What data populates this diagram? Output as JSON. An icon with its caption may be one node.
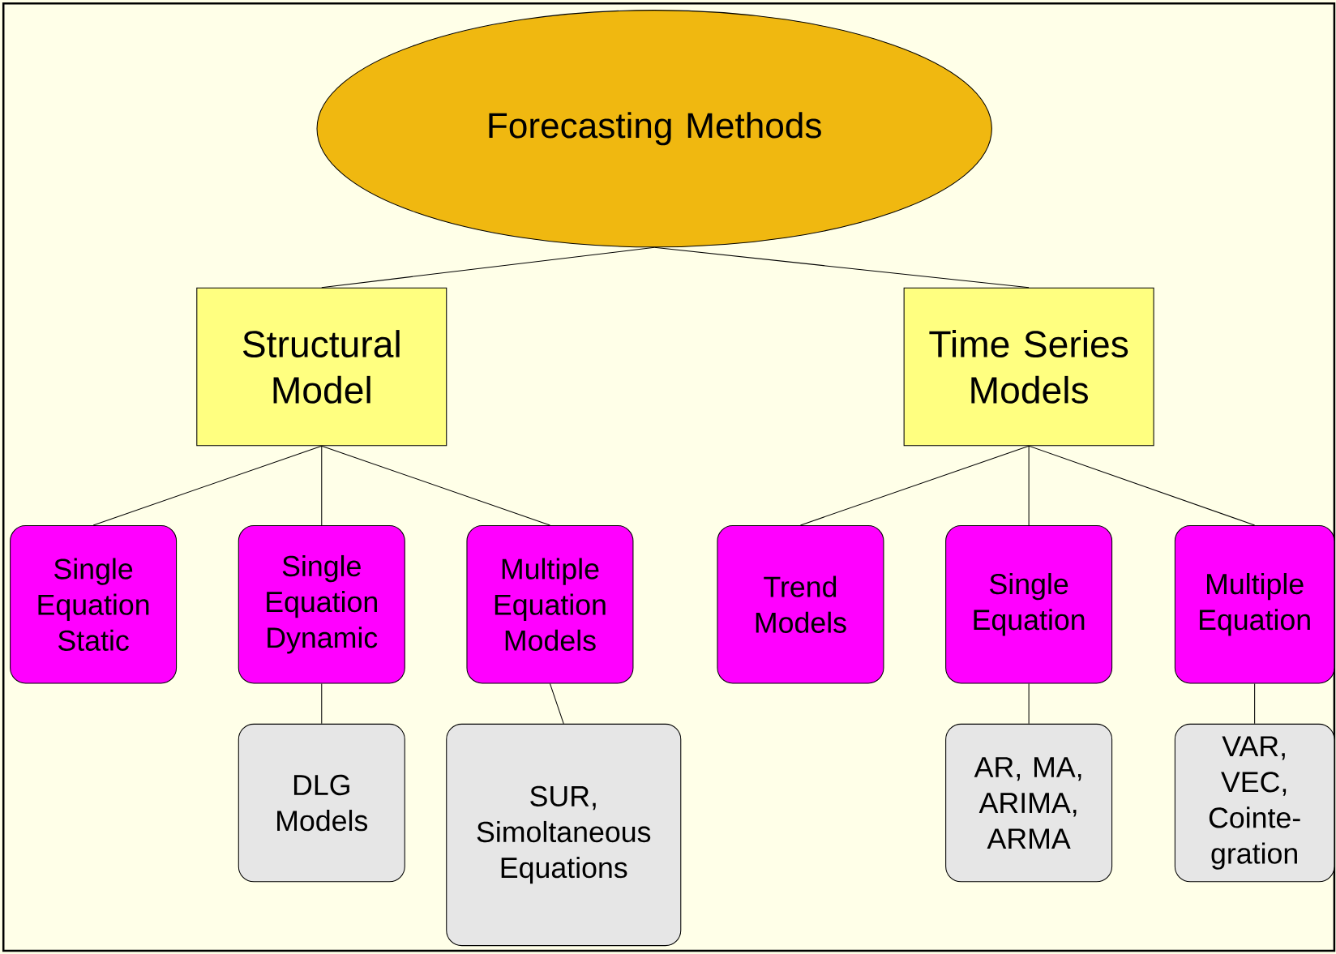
{
  "diagram": {
    "nodes": [
      {
        "text": [
          "Forecasting Methods"
        ]
      },
      {
        "text": [
          "Structural Model"
        ]
      },
      {
        "text": [
          "Time Series Models"
        ]
      },
      {
        "text": [
          "Single Equation Static"
        ]
      },
      {
        "text": [
          "Single Equation Dynamic"
        ]
      },
      {
        "text": [
          "Multiple Equation Models"
        ]
      },
      {
        "text": [
          "Trend Models"
        ]
      },
      {
        "text": [
          "Single Equation"
        ]
      },
      {
        "text": [
          "Multiple Equation"
        ]
      },
      {
        "text": [
          "DLG Models"
        ]
      },
      {
        "text": [
          "SUR, Simoltaneous Equations"
        ]
      },
      {
        "text": [
          "AR, MA, ARIMA, ARMA"
        ]
      },
      {
        "text": [
          "VAR, VEC, Cointe-gration"
        ]
      }
    ],
    "edges": [
      {
        "from": 0,
        "to": 1,
        "arrow": "none"
      },
      {
        "from": 0,
        "to": 2,
        "arrow": "none"
      },
      {
        "from": 1,
        "to": 3,
        "arrow": "none"
      },
      {
        "from": 1,
        "to": 4,
        "arrow": "none"
      },
      {
        "from": 1,
        "to": 5,
        "arrow": "none"
      },
      {
        "from": 2,
        "to": 6,
        "arrow": "none"
      },
      {
        "from": 2,
        "to": 7,
        "arrow": "none"
      },
      {
        "from": 2,
        "to": 8,
        "arrow": "none"
      },
      {
        "from": 4,
        "to": 9,
        "arrow": "none"
      },
      {
        "from": 5,
        "to": 10,
        "arrow": "none"
      },
      {
        "from": 7,
        "to": 11,
        "arrow": "none"
      },
      {
        "from": 8,
        "to": 12,
        "arrow": "none"
      }
    ]
  }
}
